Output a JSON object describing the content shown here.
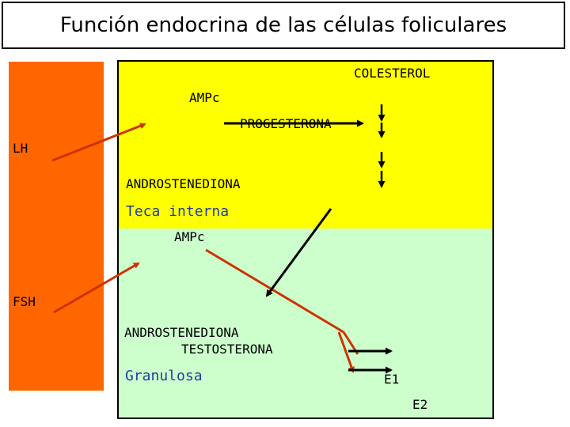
{
  "title": "Función endocrina de las células foliculares",
  "colors": {
    "blood": "#ff6600",
    "teca": "#ffff00",
    "granulosa": "#ccffcc",
    "arrow_red": "#cc3300",
    "arrow_black": "#000000",
    "label_blue": "#1f3f9f"
  },
  "hormones": {
    "lh": "LH",
    "fsh": "FSH"
  },
  "teca": {
    "label": "Teca interna",
    "ampc": "AMPc",
    "colesterol": "COLESTEROL",
    "progesterona": "PROGESTERONA",
    "androstenediona": "ANDROSTENEDIONA"
  },
  "granulosa": {
    "label": "Granulosa",
    "ampc": "AMPc",
    "androstenediona": "ANDROSTENEDIONA",
    "testosterona": "TESTOSTERONA",
    "e1": "E1",
    "e2": "E2"
  }
}
